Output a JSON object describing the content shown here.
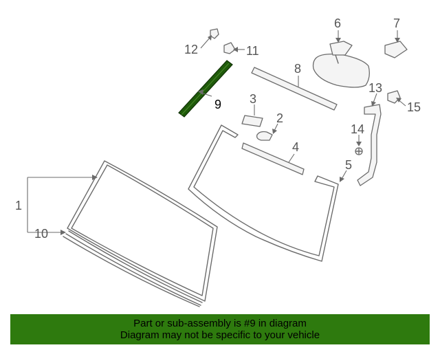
{
  "diagram": {
    "callouts": [
      {
        "key": "c1",
        "text": "1"
      },
      {
        "key": "c2",
        "text": "2"
      },
      {
        "key": "c3",
        "text": "3"
      },
      {
        "key": "c4",
        "text": "4"
      },
      {
        "key": "c5",
        "text": "5"
      },
      {
        "key": "c6",
        "text": "6"
      },
      {
        "key": "c7",
        "text": "7"
      },
      {
        "key": "c8",
        "text": "8"
      },
      {
        "key": "c9",
        "text": "9"
      },
      {
        "key": "c10",
        "text": "10"
      },
      {
        "key": "c11",
        "text": "11"
      },
      {
        "key": "c12",
        "text": "12"
      },
      {
        "key": "c13",
        "text": "13"
      },
      {
        "key": "c14",
        "text": "14"
      },
      {
        "key": "c15",
        "text": "15"
      }
    ],
    "highlight_color": "#1f5a0a",
    "line_color": "#6b6b6b"
  },
  "banner": {
    "line1": "Part or sub-assembly is #9 in diagram",
    "line2": "Diagram may not be specific to your vehicle",
    "background": "#2e7a0e"
  }
}
